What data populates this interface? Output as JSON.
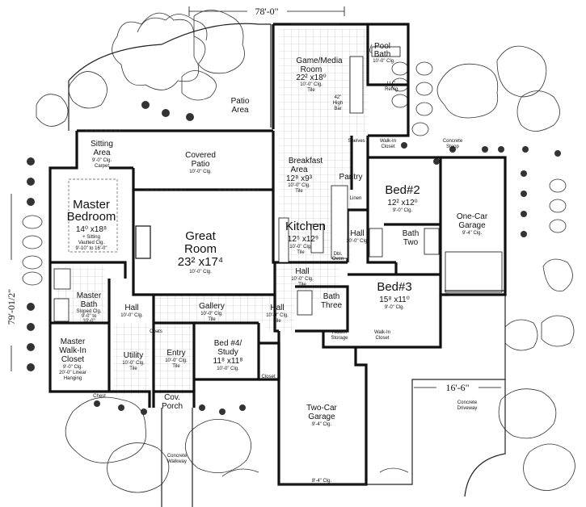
{
  "dimensions": {
    "width": "78'-0\"",
    "depth": "79'-01/2\"",
    "garage": "16'-6\""
  },
  "rooms": {
    "game_media": {
      "name1": "Game/Media",
      "name2": "Room",
      "size": "22² x18⁰",
      "clg": "10'-0\" Clg.",
      "floor": "Tile"
    },
    "pool_bath": {
      "name1": "Pool",
      "name2": "Bath",
      "clg": "10'-0\" Clg."
    },
    "bar": {
      "l1": "42\"",
      "l2": "High",
      "l3": "Bar"
    },
    "ref": {
      "l1": "U.C.",
      "l2": "Refrig."
    },
    "patio_area": {
      "l1": "Patio",
      "l2": "Area"
    },
    "sitting_area": {
      "name1": "Sitting",
      "name2": "Area",
      "clg": "9'-0\" Clg.",
      "floor": "Carpet"
    },
    "covered_patio": {
      "name1": "Covered",
      "name2": "Patio",
      "clg": "10'-0\" Clg."
    },
    "breakfast": {
      "name1": "Breakfast",
      "name2": "Area",
      "size": "12⁸ x9³",
      "clg": "10'-0\" Clg.",
      "floor": "Tile"
    },
    "shelves": "Shelves",
    "walkin_top": {
      "l1": "Walk-In",
      "l2": "Closet"
    },
    "pantry": "Pantry",
    "concrete_stoop": {
      "l1": "Concrete",
      "l2": "Stoop"
    },
    "bed2": {
      "name": "Bed#2",
      "size": "12² x12⁰",
      "clg": "9'-0\" Clg."
    },
    "linen": "Linen",
    "one_car": {
      "name1": "One-Car",
      "name2": "Garage",
      "clg": "9'-4\" Clg."
    },
    "master_bed": {
      "name1": "Master",
      "name2": "Bedroom",
      "size": "14⁰ x18⁸",
      "note1": "+ Sitting",
      "note2": "Vaulted Clg.",
      "note3": "9'-10\" to 16'-0\""
    },
    "great_room": {
      "name1": "Great",
      "name2": "Room",
      "size": "23² x17⁴",
      "clg": "10'-0\" Clg."
    },
    "kitchen": {
      "name": "Kitchen",
      "size": "12⁵ x12⁹",
      "clg": "10'-0\" Clg.",
      "floor": "Tile"
    },
    "oven": {
      "l1": "Dbl.",
      "l2": "Oven"
    },
    "hall_bed": {
      "name": "Hall",
      "clg": "10'-0\" Clg."
    },
    "bath_two": {
      "name1": "Bath",
      "name2": "Two"
    },
    "hall_kitchen": {
      "name": "Hall",
      "clg": "10'-0\" Clg.",
      "floor": "Tile"
    },
    "bed3": {
      "name": "Bed#3",
      "size": "15⁸ x11⁰",
      "clg": "9'-0\" Clg."
    },
    "master_bath": {
      "name1": "Master",
      "name2": "Bath",
      "clg": "Sloped Clg.",
      "clg2": "9'-0\" to",
      "clg3": "10'-0\""
    },
    "hall_left": {
      "name": "Hall",
      "clg": "10'-0\" Clg."
    },
    "gallery": {
      "name": "Gallery",
      "clg": "10'-0\" Clg.",
      "floor": "Tile"
    },
    "hall_center": {
      "name": "Hall",
      "clg": "10'-0\" Clg.",
      "floor": "Tile"
    },
    "bath_three": {
      "name1": "Bath",
      "name2": "Three"
    },
    "hidden_storage": {
      "l1": "Hidden",
      "l2": "Storage"
    },
    "walkin_bed3": {
      "l1": "Walk-In",
      "l2": "Closet"
    },
    "coats": "Coats",
    "master_closet": {
      "name1": "Master",
      "name2": "Walk-In",
      "name3": "Closet",
      "clg": "9'-0\" Clg.",
      "note1": "20'-0\" Linear",
      "note2": "Hanging"
    },
    "utility": {
      "name": "Utility",
      "clg": "10'-0\" Clg.",
      "floor": "Tile"
    },
    "entry": {
      "name": "Entry",
      "clg": "10'-0\" Clg.",
      "floor": "Tile"
    },
    "bed4": {
      "name1": "Bed #4/",
      "name2": "Study",
      "size": "11⁸ x11⁸",
      "clg": "10'-0\" Clg."
    },
    "closet": "Closet",
    "chest": "Chest",
    "cov_porch": {
      "l1": "Cov.",
      "l2": "Porch"
    },
    "two_car": {
      "name1": "Two-Car",
      "name2": "Garage",
      "clg": "9'-4\" Clg.",
      "clg_bottom": "8'-4\" Clg."
    },
    "driveway": {
      "l1": "Concrete",
      "l2": "Driveway"
    },
    "walkway": {
      "l1": "Concrete",
      "l2": "Walkway"
    }
  }
}
